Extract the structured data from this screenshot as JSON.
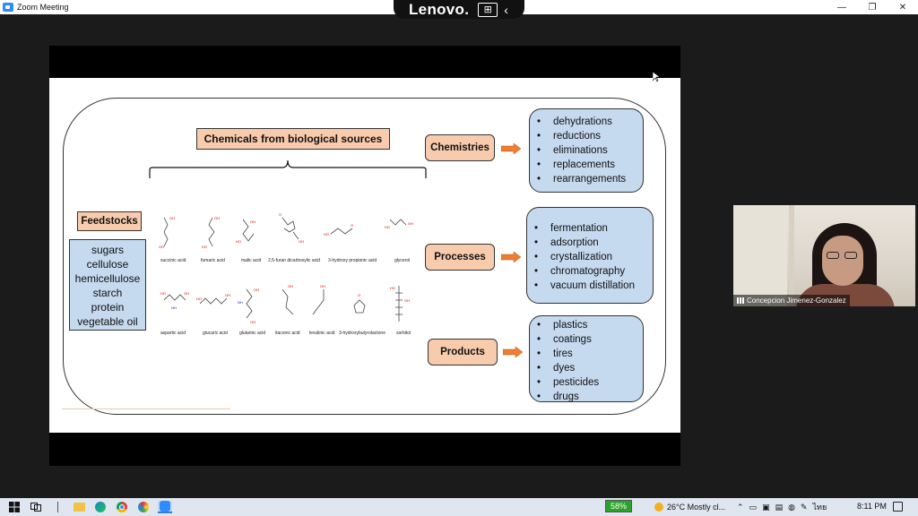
{
  "window": {
    "title": "Zoom Meeting",
    "controls": {
      "minimize": "—",
      "restore": "❐",
      "close": "✕"
    }
  },
  "overlay": {
    "brand": "Lenovo.",
    "grid_glyph": "⊞",
    "collapse_glyph": "‹"
  },
  "slide": {
    "title": "Chemicals from biological sources",
    "feedstocks": {
      "label": "Feedstocks",
      "items": [
        "sugars",
        "cellulose",
        "hemicellulose",
        "starch",
        "protein",
        "vegetable oil"
      ]
    },
    "molecules_row1": [
      "succinic acid",
      "fumaric acid",
      "malic acid",
      "2,5-furan dicarboxylic acid",
      "3-hydroxy propionic acid",
      "glycerol"
    ],
    "molecules_row2": [
      "aspartic acid",
      "glucaric acid",
      "glutamic acid",
      "itaconic acid",
      "levulinic acid",
      "3-hydroxybutyrolactone",
      "sorbitol"
    ],
    "chemistries": {
      "label": "Chemistries",
      "items": [
        "dehydrations",
        "reductions",
        "eliminations",
        "replacements",
        "rearrangements"
      ]
    },
    "processes": {
      "label": "Processes",
      "items": [
        "fermentation",
        "adsorption",
        "crystallization",
        "chromatography",
        "vacuum distillation"
      ]
    },
    "products": {
      "label": "Products",
      "items": [
        "plastics",
        "coatings",
        "tires",
        "dyes",
        "pesticides",
        "drugs"
      ]
    },
    "bullet": "•"
  },
  "participant": {
    "name": "Concepcion Jimenez-Gonzalez"
  },
  "taskbar": {
    "battery": "58%",
    "weather": "26°C  Mostly cl...",
    "language": "ไทย",
    "time": "8:11 PM"
  },
  "colors": {
    "orange_box": "#f8cbad",
    "blue_box": "#c5d9ef",
    "arrow": "#ed7d31",
    "battery": "#29a329"
  }
}
